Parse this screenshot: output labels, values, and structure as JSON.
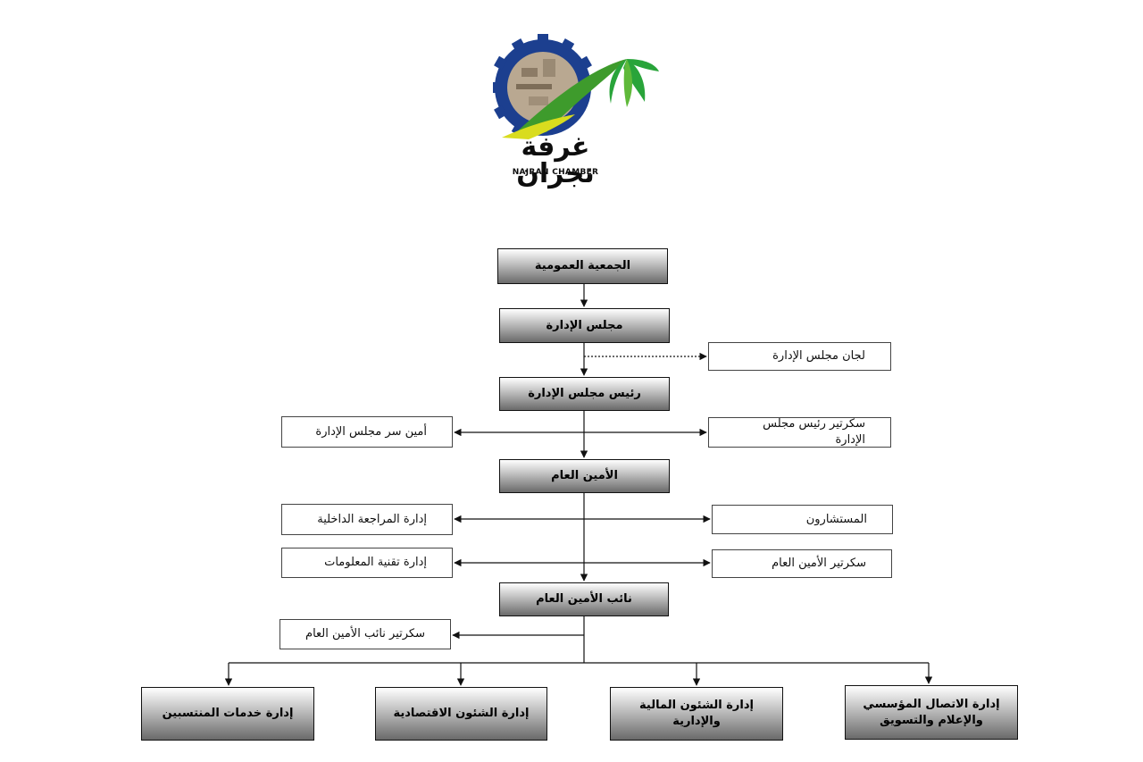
{
  "logo": {
    "name_ar": "غرفة نجران",
    "name_en": "NAJRAN CHAMBER",
    "colors": {
      "gear": "#1c3f8f",
      "leaf_green": "#3e9b2c",
      "leaf_yellow": "#d9dc1e",
      "palm": "#29a43a"
    }
  },
  "nodes": {
    "general_assembly": "الجمعية العمومية",
    "board": "مجلس الإدارة",
    "board_committees": "لجان مجلس الإدارة",
    "chairman": "رئيس مجلس الإدارة",
    "board_secretary": "أمين سر مجلس الإدارة",
    "chairman_secretary": "سكرتير رئيس مجلس الإدارة",
    "secretary_general": "الأمين العام",
    "internal_audit": "إدارة المراجعة الداخلية",
    "consultants": "المستشارون",
    "it_department": "إدارة تقنية المعلومات",
    "sg_secretary": "سكرتير الأمين العام",
    "deputy_sg": "نائب الأمين العام",
    "deputy_sg_secretary": "سكرتير نائب الأمين العام",
    "corporate_comm": "إدارة الاتصال المؤسسي والإعلام والتسويق",
    "finance_admin": "إدارة الشئون المالية والإدارية",
    "economic_affairs": "إدارة الشئون الاقتصادية",
    "member_services": "إدارة خدمات المنتسبين"
  }
}
